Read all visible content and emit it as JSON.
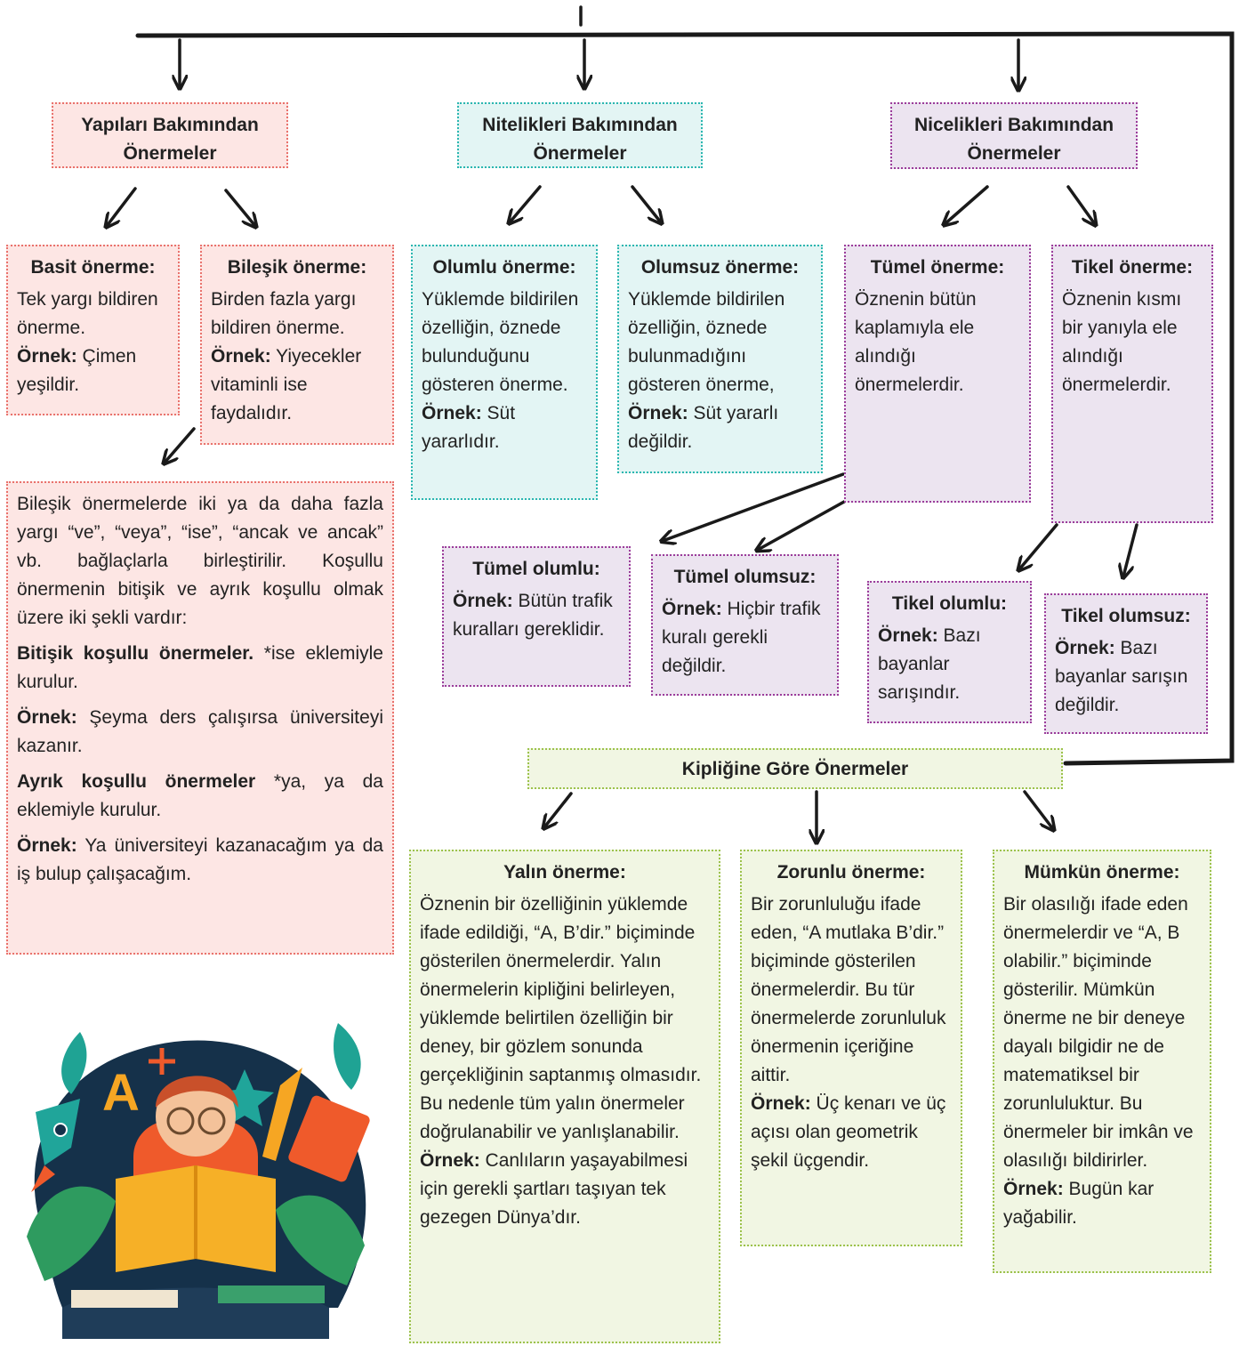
{
  "categories": {
    "structure": {
      "title": "Yapıları Bakımından Önermeler"
    },
    "quality": {
      "title": "Nitelikleri Bakımından Önermeler"
    },
    "quantity": {
      "title": "Nicelikleri Bakımından Önermeler"
    },
    "modality": {
      "title": "Kipliğine Göre Önermeler"
    }
  },
  "boxes": {
    "basit": {
      "title": "Basit önerme:",
      "desc": "Tek yargı bildiren önerme.",
      "ex_label": "Örnek:",
      "ex": "Çimen yeşildir."
    },
    "bilesik": {
      "title": "Bileşik önerme:",
      "desc": "Birden fazla yargı bildiren önerme.",
      "ex_label": "Örnek:",
      "ex": "Yiyecekler vitaminli ise faydalıdır."
    },
    "olumlu": {
      "title": "Olumlu önerme:",
      "desc": "Yüklemde bildirilen özelliğin, öznede bulunduğunu gösteren önerme.",
      "ex_label": "Örnek:",
      "ex": "Süt yararlıdır."
    },
    "olumsuz": {
      "title": "Olumsuz önerme:",
      "desc": "Yüklemde bildirilen özelliğin, öznede bulunmadığını gösteren önerme,",
      "ex_label": "Örnek:",
      "ex": "Süt yararlı değildir."
    },
    "tumel": {
      "title": "Tümel önerme:",
      "desc": "Öznenin bütün kaplamıyla ele alındığı önermelerdir."
    },
    "tikel": {
      "title": "Tikel önerme:",
      "desc": "Öznenin kısmı bir yanıyla ele alındığı önermelerdir."
    },
    "tumel_olumlu": {
      "title": "Tümel olumlu:",
      "ex_label": "Örnek:",
      "ex": "Bütün trafik kuralları gereklidir."
    },
    "tumel_olumsuz": {
      "title": "Tümel olumsuz:",
      "ex_label": "Örnek:",
      "ex": "Hiçbir trafik kuralı gerekli değildir."
    },
    "tikel_olumlu": {
      "title": "Tikel olumlu:",
      "ex_label": "Örnek:",
      "ex": "Bazı bayanlar sarışındır."
    },
    "tikel_olumsuz": {
      "title": "Tikel olumsuz:",
      "ex_label": "Örnek:",
      "ex": "Bazı bayanlar sarışın değildir."
    },
    "yalin": {
      "title": "Yalın önerme:",
      "desc": "Öznenin bir özelliğinin yüklemde ifade edildiği, “A, B’dir.” biçiminde gösterilen önermelerdir. Yalın önermelerin kipliğini belirleyen, yüklemde belirtilen özelliğin bir deney, bir gözlem sonunda gerçekliğinin saptanmış olmasıdır. Bu nedenle tüm yalın önermeler doğrulanabilir ve yanlışlanabilir.",
      "ex_label": "Örnek:",
      "ex": "Canlıların yaşayabilmesi için gerekli şartları taşıyan tek gezegen Dünya’dır."
    },
    "zorunlu": {
      "title": "Zorunlu önerme:",
      "desc": "Bir zorunluluğu ifade eden, “A mutlaka B’dir.” biçiminde gösterilen önermelerdir. Bu tür önermelerde zorunluluk önermenin içeriğine aittir.",
      "ex_label": "Örnek:",
      "ex": "Üç kenarı ve üç açısı olan geometrik şekil üçgendir."
    },
    "mumkun": {
      "title": "Mümkün önerme:",
      "desc": "Bir olasılığı ifade eden önermelerdir ve “A, B olabilir.” biçiminde gösterilir. Mümkün önerme ne bir deneye dayalı bilgidir ne de matematiksel bir zorunluluktur. Bu önermeler bir imkân ve olasılığı bildirirler.",
      "ex_label": "Örnek:",
      "ex": "Bugün kar yağabilir."
    }
  },
  "compound_note": {
    "intro": "Bileşik önermelerde iki ya da daha fazla yargı “ve”, “veya”, “ise”, “ancak ve ancak” vb. bağlaçlarla birleştirilir. Koşullu önermenin bitişik ve ayrık koşullu olmak üzere iki şekli vardır:",
    "bitisik_label": "Bitişik koşullu önermeler.",
    "bitisik_text": "*ise eklemiyle kurulur.",
    "ex1_label": "Örnek:",
    "ex1": "Şeyma ders çalışırsa üniversiteyi kazanır.",
    "ayrik_label": "Ayrık koşullu önermeler",
    "ayrik_text": "*ya, ya da eklemiyle kurulur.",
    "ex2_label": "Örnek:",
    "ex2": "Ya üniversiteyi kazanacağım ya da iş bulup çalışacağım."
  },
  "illustration": {
    "letter": "A",
    "icon": "reading-student-illustration"
  },
  "colors": {
    "red_bg": "#fde6e4",
    "cyan_bg": "#e3f5f4",
    "purple_bg": "#ece4f0",
    "green_bg": "#f1f6e3"
  }
}
